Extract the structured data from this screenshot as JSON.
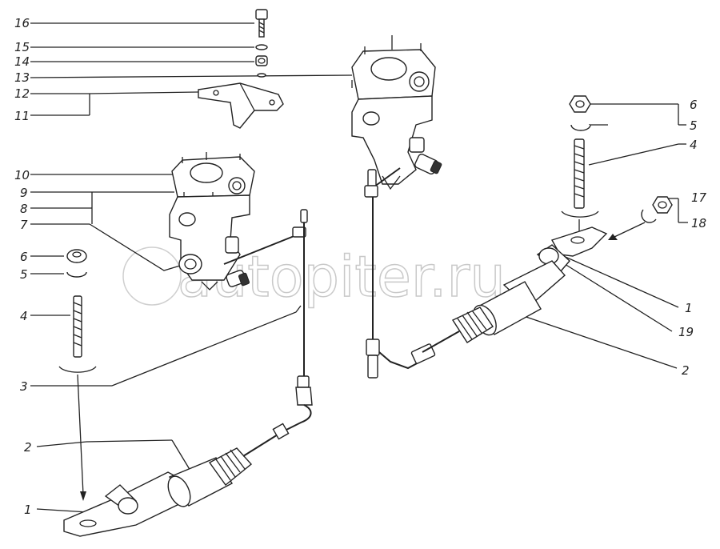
{
  "watermark": "autopiter.ru",
  "callouts_left": [
    "16",
    "15",
    "14",
    "13",
    "12",
    "11",
    "10",
    "9",
    "8",
    "7",
    "6",
    "5",
    "4",
    "3",
    "2",
    "1"
  ],
  "callouts_right": [
    "6",
    "5",
    "4",
    "17",
    "18",
    "1",
    "19",
    "2"
  ]
}
